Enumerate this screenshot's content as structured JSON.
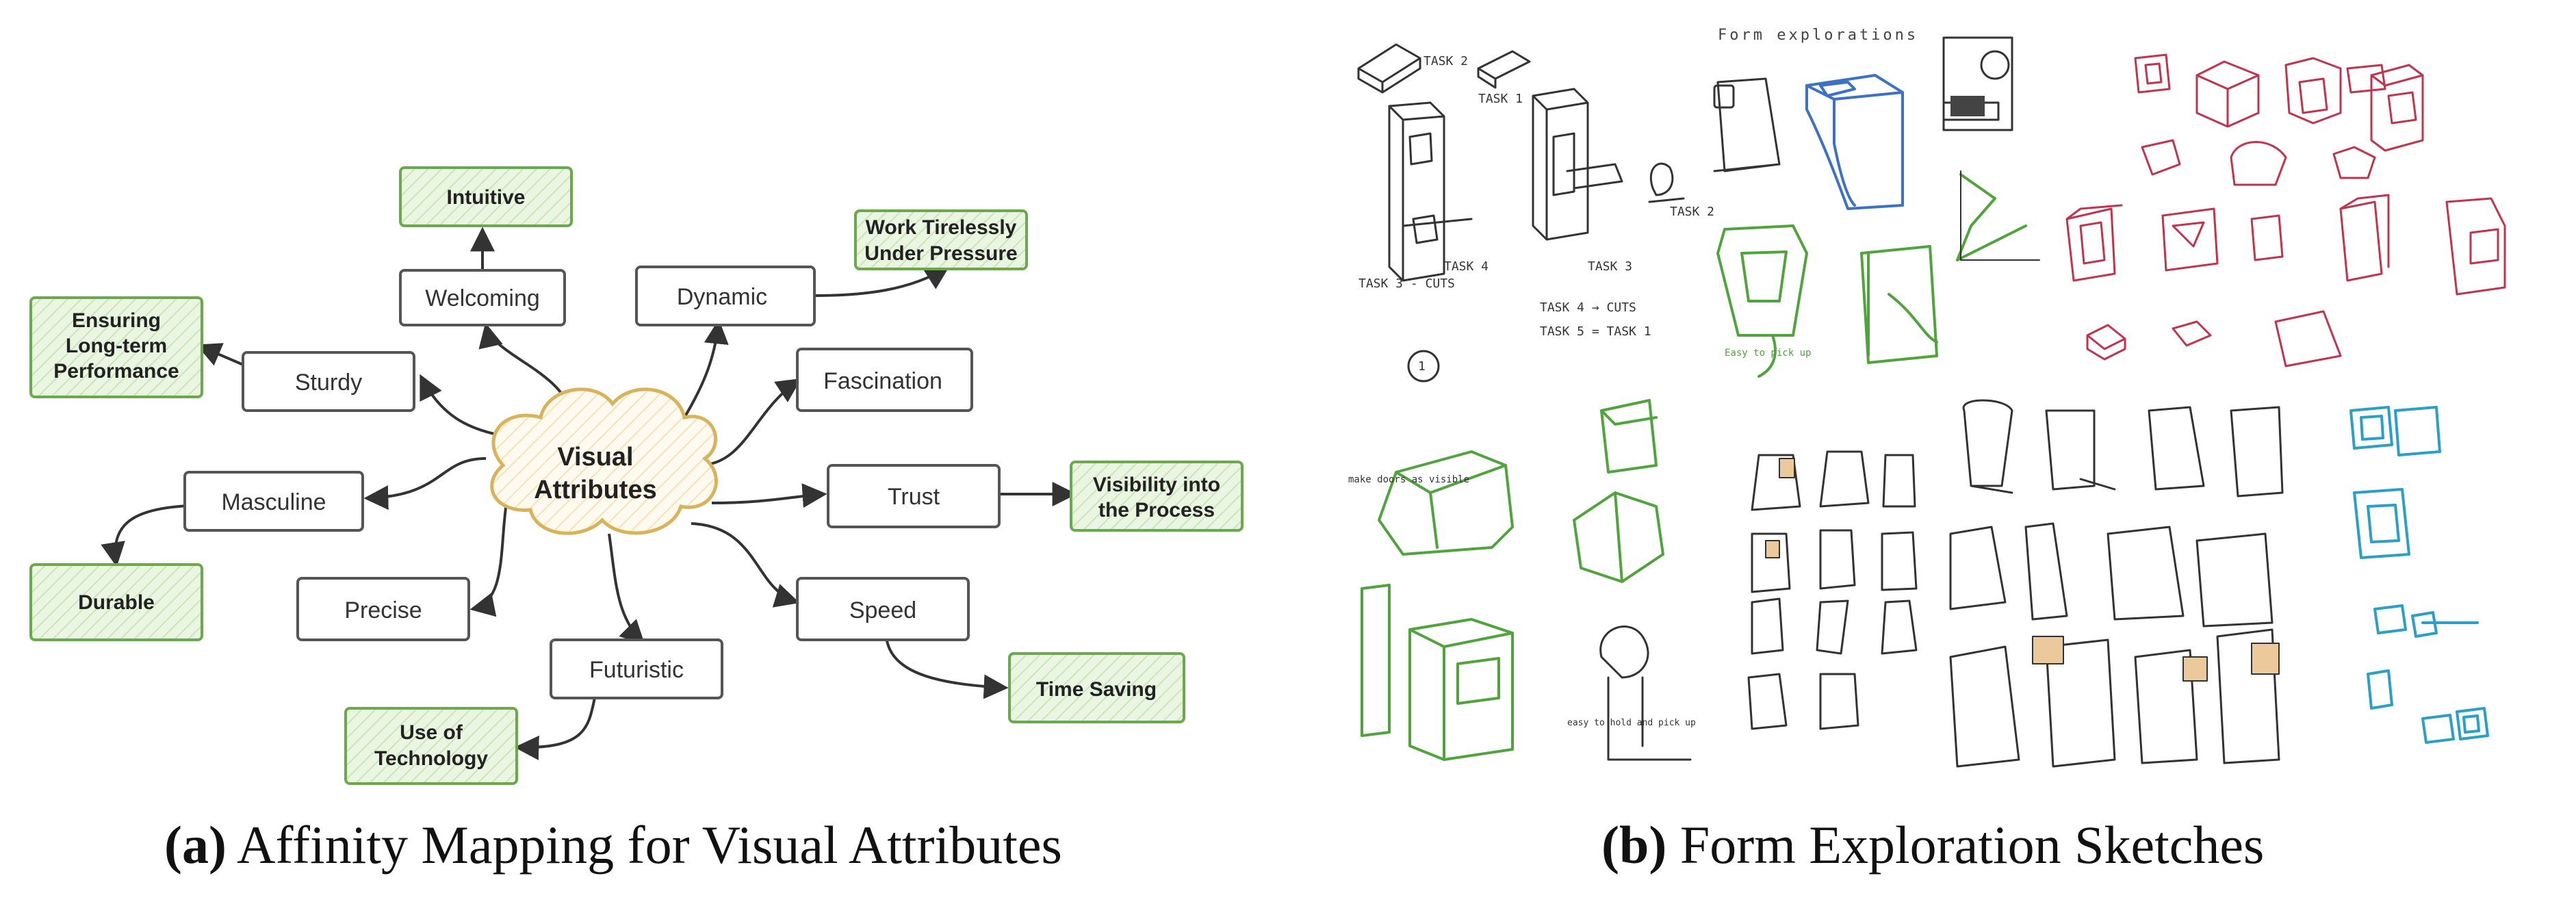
{
  "panel_a": {
    "center": [
      "Visual",
      "Attributes"
    ],
    "attributes": {
      "welcoming": "Welcoming",
      "dynamic": "Dynamic",
      "sturdy": "Sturdy",
      "fascination": "Fascination",
      "masculine": "Masculine",
      "trust": "Trust",
      "precise": "Precise",
      "speed": "Speed",
      "futuristic": "Futuristic"
    },
    "outcomes": {
      "intuitive": [
        "Intuitive"
      ],
      "work": [
        "Work Tirelessly",
        "Under Pressure"
      ],
      "ensuring": [
        "Ensuring",
        "Long-term",
        "Performance"
      ],
      "durable": [
        "Durable"
      ],
      "visibility": [
        "Visibility into",
        "the Process"
      ],
      "timesaving": [
        "Time Saving"
      ],
      "technology": [
        "Use of",
        "Technology"
      ]
    },
    "caption_prefix": "(a)",
    "caption_text": "Affinity Mapping for Visual Attributes"
  },
  "panel_b": {
    "header": "Form explorations",
    "annotations": {
      "task2": "TASK 2",
      "task1": "TASK 1",
      "task4": "TASK 4",
      "task3": "TASK 3",
      "task2_2": "TASK 2",
      "task3_cuts": "TASK 3 - CUTS",
      "task4_cuts": "TASK 4 → CUTS",
      "task5": "TASK 5 = TASK 1",
      "circle_num": "1",
      "easy": "Easy to pick up",
      "make": "make doors as visible",
      "easy_hold": "easy to hold and pick up"
    },
    "caption_prefix": "(b)",
    "caption_text": "Form Exploration Sketches"
  },
  "colors": {
    "box_stroke": "#555555",
    "outcome_stroke": "#6aaa4c",
    "outcome_fill": "#eaf5e2",
    "cloud_stroke": "#d9b25a",
    "cloud_fill": "#fdf7e8",
    "sketch_black": "#333333",
    "sketch_blue": "#3d72c2",
    "sketch_green": "#4fa43c",
    "sketch_red": "#c2334e",
    "sketch_cyan": "#2aa0c7"
  }
}
